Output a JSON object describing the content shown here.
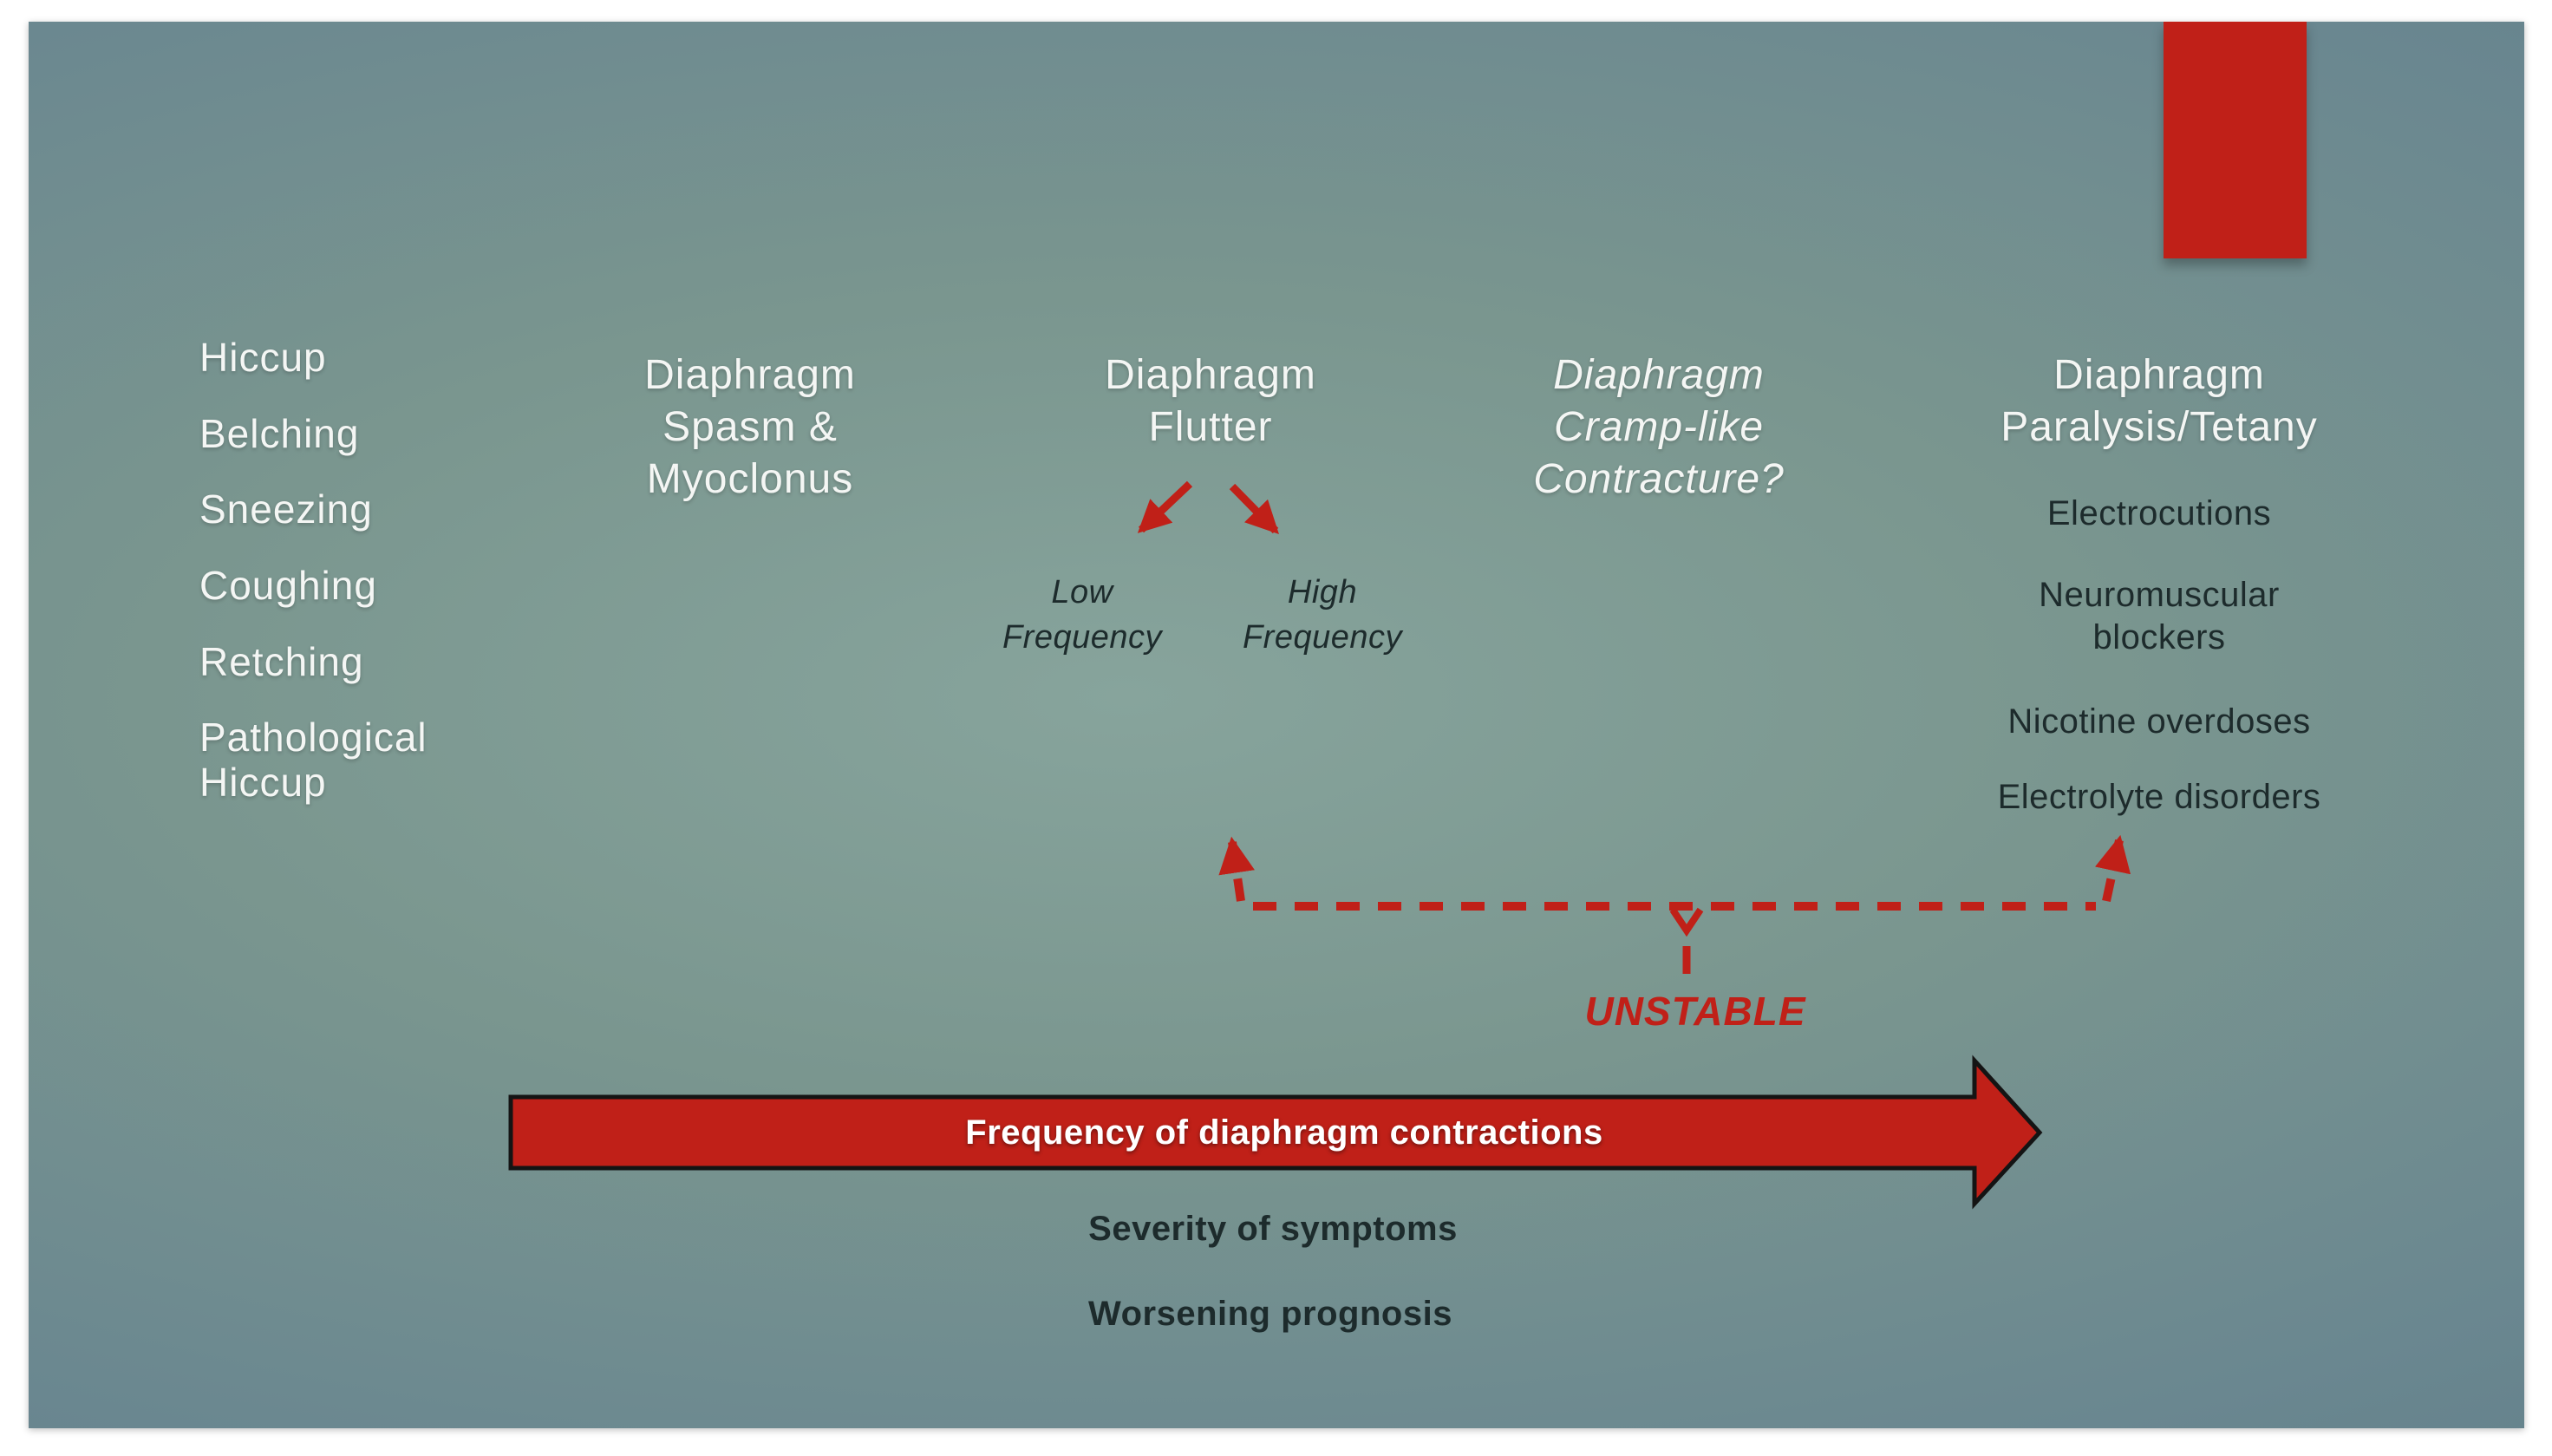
{
  "colors": {
    "page_bg": "#ffffff",
    "slide_edge": "#5d7a85",
    "slide_center": "#87a49c",
    "red": "#c02018",
    "light_text": "#f4f6f4",
    "dark_text": "#1d2b2c"
  },
  "left_list": {
    "items": [
      "Hiccup",
      "Belching",
      "Sneezing",
      "Coughing",
      "Retching",
      "Pathological Hiccup"
    ]
  },
  "columns": {
    "spasm": {
      "lines": [
        "Diaphragm",
        "Spasm &",
        "Myoclonus"
      ]
    },
    "flutter": {
      "lines": [
        "Diaphragm",
        "Flutter"
      ]
    },
    "cramp": {
      "lines": [
        "Diaphragm",
        "Cramp-like",
        "Contracture?"
      ]
    },
    "paralysis": {
      "lines": [
        "Diaphragm",
        "Paralysis/Tetany"
      ]
    }
  },
  "flutter_branches": {
    "low": {
      "lines": [
        "Low",
        "Frequency"
      ]
    },
    "high": {
      "lines": [
        "High",
        "Frequency"
      ]
    }
  },
  "paralysis_causes": {
    "lines": [
      "Electrocutions",
      "Neuromuscular",
      "blockers",
      "Nicotine overdoses",
      "Electrolyte disorders"
    ]
  },
  "annotations": {
    "unstable": "UNSTABLE"
  },
  "axis": {
    "arrow_label": "Frequency of diaphragm contractions",
    "below_1": "Severity of symptoms",
    "below_2": "Worsening prognosis"
  }
}
